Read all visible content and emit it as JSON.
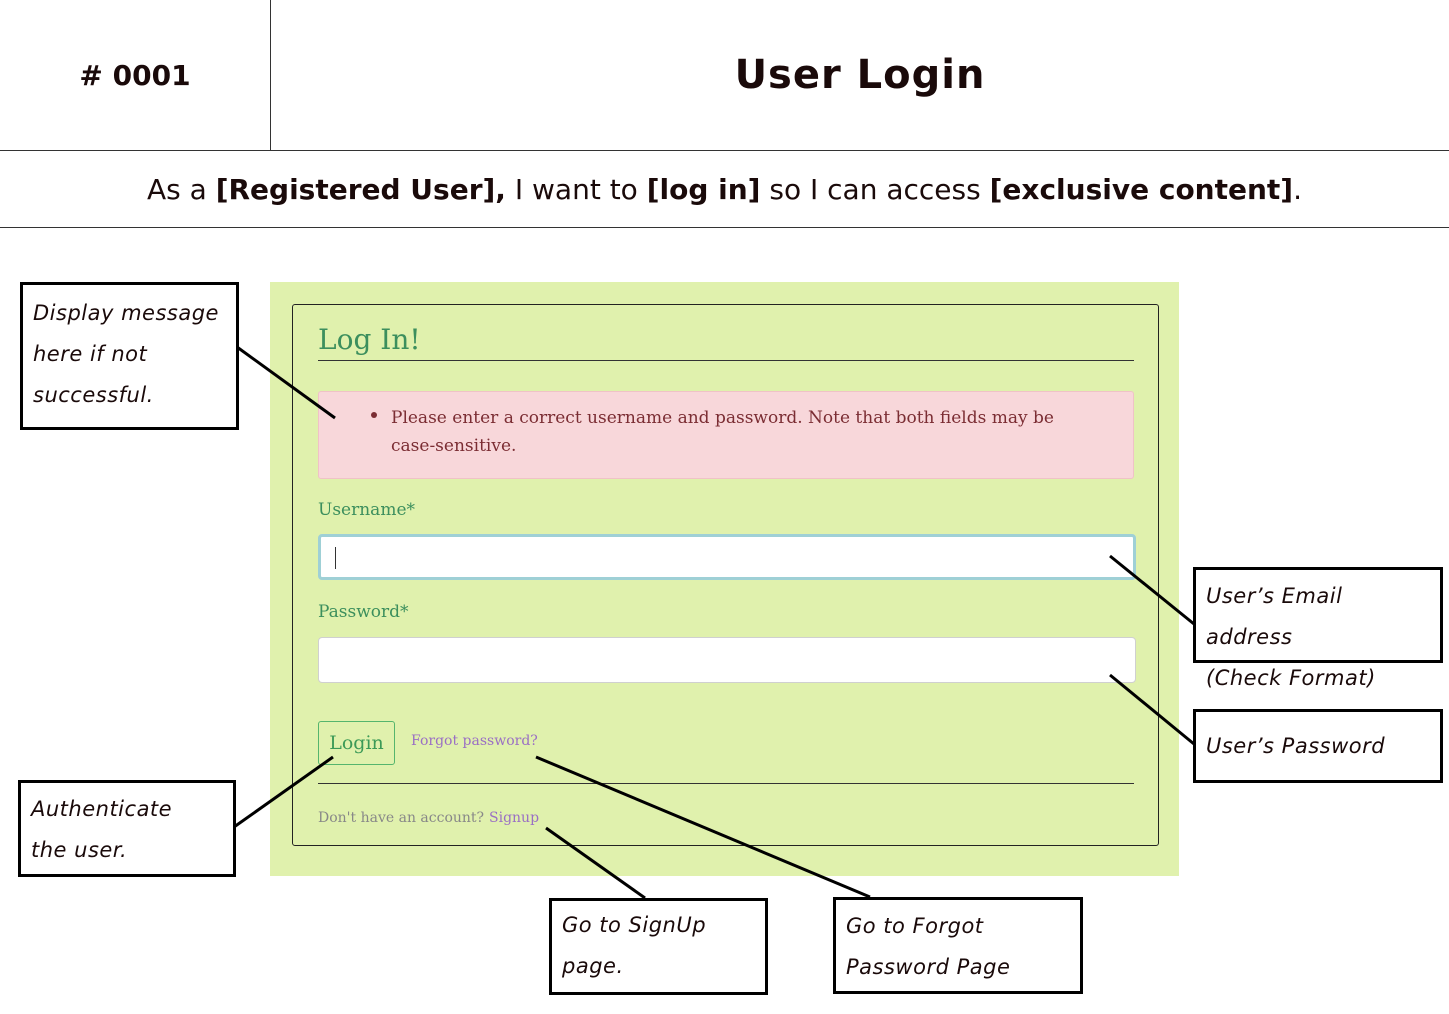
{
  "header": {
    "id": "# 0001",
    "title": "User Login"
  },
  "story": {
    "p1": "As a ",
    "role": "[Registered User],",
    "p2": " I want to ",
    "action": "[log in]",
    "p3": " so I can access ",
    "benefit": "[exclusive content]",
    "p4": "."
  },
  "form": {
    "title": "Log In!",
    "error_message": "Please enter a correct username and password. Note that both fields may be case-sensitive.",
    "username_label": "Username*",
    "username_value": "",
    "password_label": "Password*",
    "password_value": "",
    "login_button": "Login",
    "forgot_link": "Forgot password?",
    "no_account_text": "Don't have an account?",
    "signup_link": "Signup"
  },
  "callouts": {
    "display_message": [
      "Display message",
      "here if not",
      "successful."
    ],
    "authenticate": [
      "Authenticate",
      "the user."
    ],
    "email": [
      "User’s Email address",
      "(Check Format)"
    ],
    "password": [
      "User’s Password"
    ],
    "signup": [
      "Go to SignUp",
      "page."
    ],
    "forgot": [
      "Go to Forgot",
      "Password Page"
    ]
  },
  "colors": {
    "mockup_bg": "#e0f1ad",
    "accent_green": "#3c8f5d",
    "alert_bg": "#f8d7da",
    "link_purple": "#9a6fc4",
    "focus_ring": "#9fd0d6"
  }
}
